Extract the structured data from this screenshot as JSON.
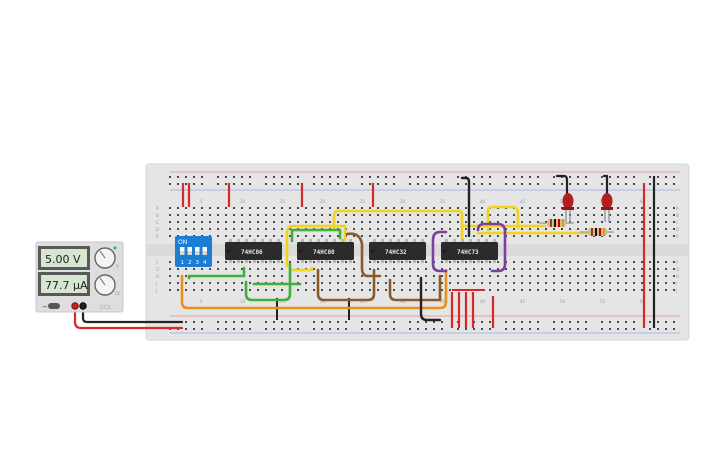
{
  "power_supply": {
    "voltage_display": "5.00 V",
    "current_display": "77.7 µA",
    "knob_label_top": "V",
    "knob_label_bottom": "CC",
    "minus_sign": "−",
    "plus_sign": "+",
    "panel_tag": "DCS..."
  },
  "dip_switch": {
    "on_label": "ON",
    "switch_numbers": [
      "1",
      "2",
      "3",
      "4"
    ]
  },
  "chips": [
    {
      "label": "74HC86"
    },
    {
      "label": "74HC08"
    },
    {
      "label": "74HC32"
    },
    {
      "label": "74HC73"
    }
  ],
  "breadboard": {
    "row_letters_top": [
      "A",
      "B",
      "C",
      "D",
      "E"
    ],
    "row_letters_bottom": [
      "F",
      "G",
      "H",
      "I",
      "J"
    ],
    "column_numbers": [
      "5",
      "10",
      "15",
      "20",
      "25",
      "30",
      "35",
      "40",
      "45",
      "50",
      "55",
      "60"
    ]
  },
  "colors": {
    "board": "#e5e5e5",
    "rail_red": "#d62a2a",
    "chip_body": "#2b2b2b",
    "dip_blue": "#1a7fd4",
    "wire_yellow": "#f2d21b",
    "wire_green": "#3fae3a",
    "wire_brown": "#8b5a2b",
    "wire_orange": "#e8911a",
    "wire_purple": "#7a3fa0",
    "wire_black": "#222222",
    "wire_red": "#d62a2a",
    "led_red": "#b11f1f"
  }
}
